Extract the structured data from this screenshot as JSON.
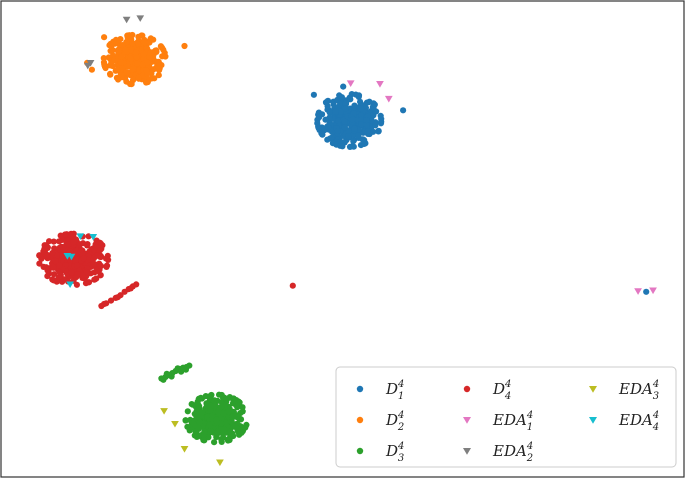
{
  "chart_data": {
    "type": "scatter",
    "title": "",
    "xlabel": "",
    "ylabel": "",
    "axes_visible": false,
    "grid": false,
    "xlim": [
      0,
      100
    ],
    "ylim": [
      0,
      70
    ],
    "legend": {
      "placement": "bottom-right",
      "columns": 3
    },
    "series": [
      {
        "key": "D1",
        "label": {
          "base": "D",
          "sub": "1",
          "sup": "4"
        },
        "marker": "circle",
        "color": "#1f77b4",
        "clusters": [
          {
            "center": [
              51,
              52.5
            ],
            "spread": [
              3.6,
              3.0
            ],
            "count": 300,
            "seed": 11
          },
          {
            "center": [
              94.6,
              27.2
            ],
            "spread": [
              0,
              0
            ],
            "count": 1,
            "seed": 12
          }
        ],
        "points": [
          [
            45.8,
            56.3
          ],
          [
            46.3,
            52.1
          ],
          [
            58.9,
            54.0
          ],
          [
            50.1,
            57.5
          ]
        ]
      },
      {
        "key": "D2",
        "label": {
          "base": "D",
          "sub": "2",
          "sup": "4"
        },
        "marker": "circle",
        "color": "#ff7f0e",
        "clusters": [
          {
            "center": [
              19.5,
              61.5
            ],
            "spread": [
              3.5,
              2.8
            ],
            "count": 320,
            "seed": 21
          }
        ],
        "points": [
          [
            12.5,
            61.0
          ],
          [
            13.2,
            60.0
          ],
          [
            26.8,
            63.5
          ],
          [
            15.0,
            64.8
          ]
        ]
      },
      {
        "key": "D3",
        "label": {
          "base": "D",
          "sub": "3",
          "sup": "4"
        },
        "marker": "circle",
        "color": "#2ca02c",
        "clusters": [
          {
            "center": [
              31.5,
              8.5
            ],
            "spread": [
              3.5,
              2.7
            ],
            "count": 340,
            "seed": 31
          }
        ],
        "points": [
          [
            23.4,
            14.4
          ],
          [
            24.0,
            14.6
          ],
          [
            24.5,
            14.9
          ],
          [
            25.0,
            15.2
          ],
          [
            25.5,
            15.5
          ],
          [
            26.1,
            15.8
          ],
          [
            26.6,
            16.0
          ],
          [
            27.1,
            16.1
          ],
          [
            27.5,
            16.3
          ],
          [
            23.7,
            14.2
          ],
          [
            24.9,
            14.7
          ],
          [
            26.3,
            15.4
          ],
          [
            27.0,
            15.7
          ],
          [
            24.2,
            15.1
          ],
          [
            25.8,
            15.9
          ]
        ]
      },
      {
        "key": "D4",
        "label": {
          "base": "D",
          "sub": "4",
          "sup": "4"
        },
        "marker": "circle",
        "color": "#d62728",
        "clusters": [
          {
            "center": [
              10.5,
              32.0
            ],
            "spread": [
              3.9,
              2.9
            ],
            "count": 360,
            "seed": 41
          }
        ],
        "points": [
          [
            42.7,
            28.1
          ],
          [
            14.6,
            25.1
          ],
          [
            15.3,
            25.5
          ],
          [
            16.0,
            25.9
          ],
          [
            16.7,
            26.3
          ],
          [
            17.4,
            26.7
          ],
          [
            18.0,
            27.2
          ],
          [
            18.6,
            27.6
          ],
          [
            19.2,
            28.0
          ],
          [
            19.7,
            28.3
          ],
          [
            15.0,
            25.4
          ],
          [
            17.0,
            26.4
          ],
          [
            18.9,
            27.7
          ]
        ]
      },
      {
        "key": "EDA1",
        "label": {
          "base": "EDA",
          "sub": "1",
          "sup": "4"
        },
        "marker": "triangle-down",
        "color": "#e377c2",
        "points": [
          [
            51.2,
            58.0
          ],
          [
            55.5,
            57.9
          ],
          [
            56.8,
            55.7
          ],
          [
            93.4,
            27.3
          ],
          [
            95.6,
            27.4
          ]
        ]
      },
      {
        "key": "EDA2",
        "label": {
          "base": "EDA",
          "sub": "2",
          "sup": "4"
        },
        "marker": "triangle-down",
        "color": "#7f7f7f",
        "points": [
          [
            18.3,
            67.4
          ],
          [
            20.3,
            67.6
          ],
          [
            13.0,
            61.0
          ],
          [
            12.6,
            60.6
          ]
        ]
      },
      {
        "key": "EDA3",
        "label": {
          "base": "EDA",
          "sub": "3",
          "sup": "4"
        },
        "marker": "triangle-down",
        "color": "#bcbd22",
        "points": [
          [
            23.8,
            9.6
          ],
          [
            26.8,
            4.0
          ],
          [
            32.0,
            2.0
          ],
          [
            25.4,
            7.7
          ]
        ]
      },
      {
        "key": "EDA4",
        "label": {
          "base": "EDA",
          "sub": "4",
          "sup": "4"
        },
        "marker": "triangle-down",
        "color": "#17becf",
        "points": [
          [
            11.5,
            35.4
          ],
          [
            13.4,
            35.3
          ],
          [
            9.6,
            32.5
          ],
          [
            10.2,
            32.4
          ],
          [
            10.0,
            28.3
          ]
        ]
      }
    ]
  }
}
